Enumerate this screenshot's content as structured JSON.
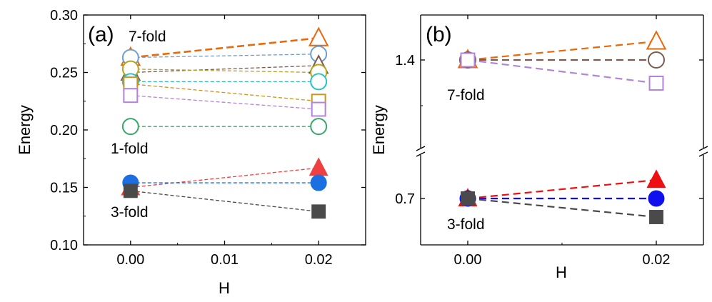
{
  "chart_data": [
    {
      "panel_label": "(a)",
      "type": "scatter",
      "xlabel": "H",
      "ylabel": "Energy",
      "xlim": [
        -0.005,
        0.025
      ],
      "ylim": [
        0.1,
        0.3
      ],
      "x_ticks": [
        "0.00",
        "0.01",
        "0.02"
      ],
      "y_ticks": [
        "0.10",
        "0.15",
        "0.20",
        "0.25",
        "0.30"
      ],
      "annotations": [
        "7-fold",
        "1-fold",
        "3-fold"
      ],
      "series": [
        {
          "marker": "triangle",
          "filled": false,
          "color": "#E8690B",
          "x": [
            0.0,
            0.02
          ],
          "y": [
            0.263,
            0.28
          ]
        },
        {
          "marker": "circle",
          "filled": false,
          "color": "#6F9FD0",
          "x": [
            0.0,
            0.02
          ],
          "y": [
            0.263,
            0.266
          ]
        },
        {
          "marker": "triangle",
          "filled": false,
          "color": "#7B5A50",
          "x": [
            0.0,
            0.02
          ],
          "y": [
            0.25,
            0.256
          ]
        },
        {
          "marker": "circle",
          "filled": false,
          "color": "#B5A41C",
          "x": [
            0.0,
            0.02
          ],
          "y": [
            0.253,
            0.25
          ]
        },
        {
          "marker": "circle",
          "filled": false,
          "color": "#27C2C8",
          "x": [
            0.0,
            0.02
          ],
          "y": [
            0.242,
            0.242
          ]
        },
        {
          "marker": "square",
          "filled": false,
          "color": "#C99520",
          "x": [
            0.0,
            0.02
          ],
          "y": [
            0.24,
            0.225
          ]
        },
        {
          "marker": "square",
          "filled": false,
          "color": "#B283DD",
          "x": [
            0.0,
            0.02
          ],
          "y": [
            0.23,
            0.218
          ]
        },
        {
          "marker": "circle",
          "filled": false,
          "color": "#38A86A",
          "x": [
            0.0,
            0.02
          ],
          "y": [
            0.203,
            0.203
          ]
        },
        {
          "marker": "triangle",
          "filled": true,
          "color": "#EE4040",
          "x": [
            0.0,
            0.02
          ],
          "y": [
            0.15,
            0.167
          ]
        },
        {
          "marker": "circle",
          "filled": true,
          "color": "#1C6FE0",
          "x": [
            0.0,
            0.02
          ],
          "y": [
            0.154,
            0.154
          ]
        },
        {
          "marker": "square",
          "filled": true,
          "color": "#4A4A4A",
          "x": [
            0.0,
            0.02
          ],
          "y": [
            0.147,
            0.129
          ]
        }
      ]
    },
    {
      "panel_label": "(b)",
      "type": "scatter",
      "xlabel": "H",
      "ylabel": "Energy",
      "xlim": [
        -0.005,
        0.025
      ],
      "y_ticks": [
        "0.7",
        "1.4"
      ],
      "broken_y_axis": true,
      "annotations": [
        "7-fold",
        "3-fold"
      ],
      "series": [
        {
          "marker": "triangle",
          "filled": false,
          "color": "#E8690B",
          "x": [
            0.0,
            0.02
          ],
          "y": [
            1.4,
            1.44
          ]
        },
        {
          "marker": "circle",
          "filled": false,
          "color": "#7B5A50",
          "x": [
            0.0,
            0.02
          ],
          "y": [
            1.4,
            1.4
          ]
        },
        {
          "marker": "square",
          "filled": false,
          "color": "#B283DD",
          "x": [
            0.0,
            0.02
          ],
          "y": [
            1.4,
            1.35
          ]
        },
        {
          "marker": "triangle",
          "filled": true,
          "color": "#EE1010",
          "x": [
            0.0,
            0.02
          ],
          "y": [
            0.7,
            0.74
          ]
        },
        {
          "marker": "circle",
          "filled": true,
          "color": "#1010EE",
          "x": [
            0.0,
            0.02
          ],
          "y": [
            0.7,
            0.7
          ]
        },
        {
          "marker": "square",
          "filled": true,
          "color": "#4A4A4A",
          "x": [
            0.0,
            0.02
          ],
          "y": [
            0.7,
            0.66
          ]
        }
      ]
    }
  ]
}
